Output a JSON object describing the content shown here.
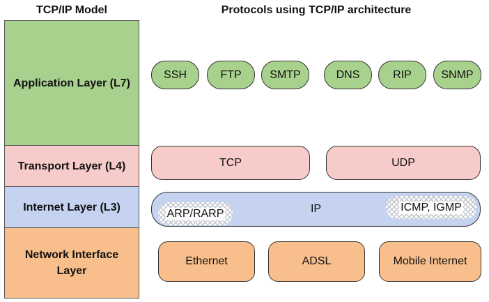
{
  "titles": {
    "left": "TCP/IP Model",
    "right": "Protocols using TCP/IP architecture"
  },
  "layers": {
    "application": "Application Layer (L7)",
    "transport": "Transport Layer (L4)",
    "internet": "Internet Layer (L3)",
    "network": "Network Interface Layer"
  },
  "protocols": {
    "application": [
      "SSH",
      "FTP",
      "SMTP",
      "DNS",
      "RIP",
      "SNMP"
    ],
    "transport": [
      "TCP",
      "UDP"
    ],
    "internet": {
      "main": "IP",
      "left_sub": "ARP/RARP",
      "right_sub": "ICMP, IGMP"
    },
    "network": [
      "Ethernet",
      "ADSL",
      "Mobile Internet"
    ]
  },
  "colors": {
    "application": "#a9d18e",
    "transport": "#f8cbcb",
    "internet": "#c5d3f1",
    "network": "#f8be8b"
  }
}
